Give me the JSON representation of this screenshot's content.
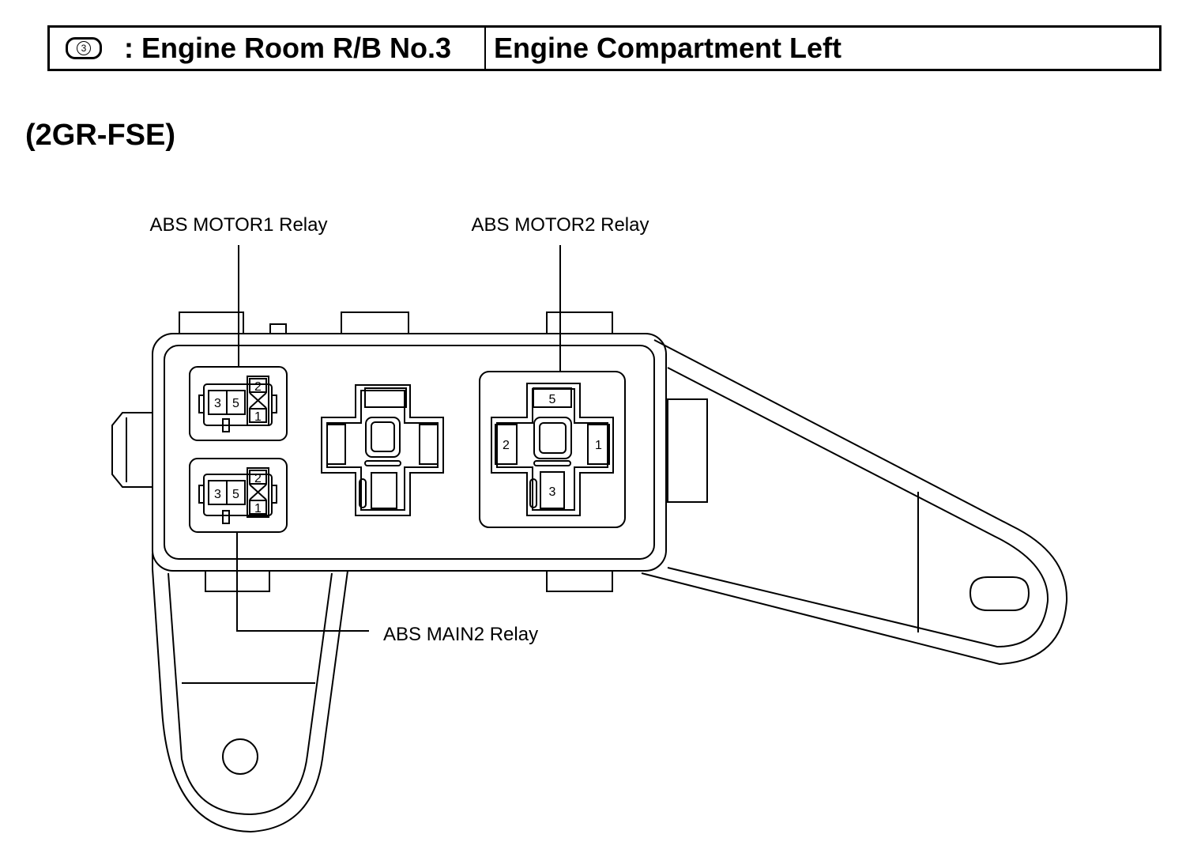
{
  "header": {
    "location_number": "3",
    "relay_block": ": Engine Room R/B No.3",
    "location": "Engine Compartment Left"
  },
  "variant": "(2GR-FSE)",
  "labels": {
    "abs_motor1": "ABS MOTOR1 Relay",
    "abs_motor2": "ABS MOTOR2 Relay",
    "abs_main2": "ABS MAIN2 Relay"
  },
  "pins": {
    "small_relay": [
      "3",
      "5",
      "2",
      "1"
    ],
    "large_relay": [
      "5",
      "2",
      "1",
      "3"
    ]
  }
}
